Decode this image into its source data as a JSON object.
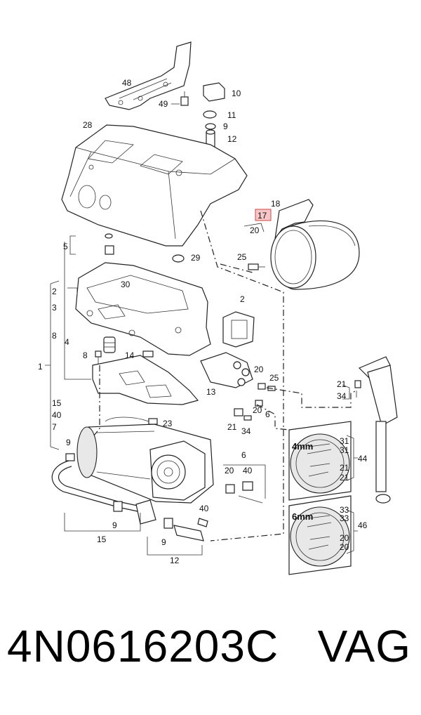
{
  "callouts": {
    "n48": "48",
    "n49": "49",
    "n10": "10",
    "n11": "11",
    "n9a": "9",
    "n12a": "12",
    "n28": "28",
    "n18": "18",
    "n17": "17",
    "n20a": "20",
    "n25a": "25",
    "n5": "5",
    "n29": "29",
    "n30": "30",
    "n2a": "2",
    "n3": "3",
    "n2b": "2",
    "n8a": "8",
    "n4": "4",
    "n8b": "8",
    "n14": "14",
    "n1": "1",
    "n13": "13",
    "n20b": "20",
    "n25b": "25",
    "n20c": "20",
    "n6a": "6",
    "n21a": "21",
    "n34a": "34",
    "n15a": "15",
    "n40a": "40",
    "n7": "7",
    "n23": "23",
    "n21b": "21",
    "n34b": "34",
    "n9b": "9",
    "n20d": "20",
    "n40b": "40",
    "n6b": "6",
    "n40c": "40",
    "n9c": "9",
    "n15b": "15",
    "n9d": "9",
    "n12b": "12",
    "n31a": "31",
    "n31b": "31",
    "n44": "44",
    "n21c": "21",
    "n21d": "21",
    "n33a": "33",
    "n33b": "33",
    "n46": "46",
    "n20e": "20",
    "n20f": "20"
  },
  "gauge_44": {
    "label": "4mm"
  },
  "gauge_46": {
    "label": "6mm"
  },
  "caption": {
    "part_number": "4N0616203C",
    "brand": "VAG"
  }
}
